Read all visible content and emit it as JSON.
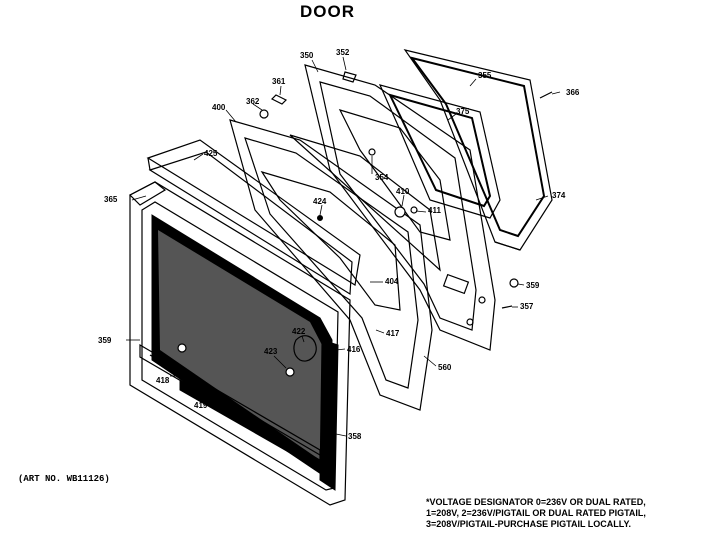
{
  "title": "DOOR",
  "art_no": "(ART NO. WB11126)",
  "note_lines": [
    "*VOLTAGE DESIGNATOR 0=236V OR DUAL RATED,",
    "1=208V, 2=236V/PIGTAIL OR DUAL RATED PIGTAIL,",
    "3=208V/PIGTAIL-PURCHASE PIGTAIL LOCALLY."
  ],
  "callouts": {
    "c350": "350",
    "c352": "352",
    "c355": "355",
    "c366": "366",
    "c361": "361",
    "c362": "362",
    "c400": "400",
    "c375": "375",
    "c425": "425",
    "c354": "354",
    "c410": "410",
    "c411": "411",
    "c374": "374",
    "c365": "365",
    "c424": "424",
    "c404": "404",
    "c359": "359",
    "c357": "357",
    "c359b": "359",
    "c422": "422",
    "c417": "417",
    "c416": "416",
    "c423": "423",
    "c560": "560",
    "c418": "418",
    "c419": "419",
    "c358": "358"
  }
}
